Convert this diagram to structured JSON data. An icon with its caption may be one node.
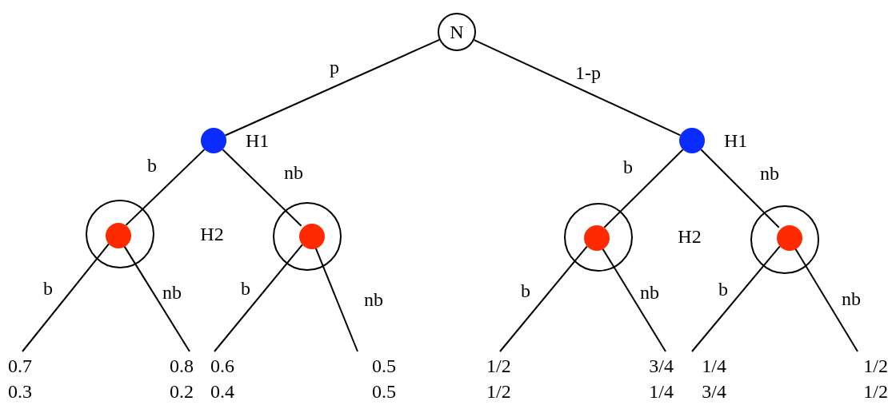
{
  "diagram": {
    "nodes": [
      {
        "text": [
          "N"
        ]
      },
      {
        "text": [],
        "shape": "circle",
        "beside": [
          "H1"
        ]
      },
      {
        "text": [],
        "shape": "circle",
        "beside": [
          "H1"
        ]
      },
      {
        "text": [],
        "shape": "circle"
      },
      {
        "text": [],
        "shape": "circle",
        "in": 3
      },
      {
        "text": [],
        "shape": "circle"
      },
      {
        "text": [],
        "shape": "circle",
        "in": 5
      },
      {
        "text": [],
        "shape": "circle"
      },
      {
        "text": [],
        "shape": "circle",
        "in": 7
      },
      {
        "text": [],
        "shape": "circle"
      },
      {
        "text": [],
        "shape": "circle",
        "in": 9
      },
      {
        "text": [
          "0.7",
          "0.3"
        ]
      },
      {
        "text": [
          "0.8",
          "0.2"
        ]
      },
      {
        "text": [
          "0.6",
          "0.4"
        ]
      },
      {
        "text": [
          "0.5",
          "0.5"
        ]
      },
      {
        "text": [
          "1/2",
          "1/2"
        ]
      },
      {
        "text": [
          "3/4",
          "1/4"
        ]
      },
      {
        "text": [
          "1/4",
          "3/4"
        ]
      },
      {
        "text": [
          "1/2",
          "1/2"
        ]
      }
    ],
    "edges": [
      {
        "from": 0,
        "to": 1,
        "arrow": "none",
        "label": "p"
      },
      {
        "from": 0,
        "to": 2,
        "arrow": "none",
        "label": "1-p"
      },
      {
        "from": 1,
        "to": 4,
        "arrow": "none",
        "label": "b"
      },
      {
        "from": 1,
        "to": 6,
        "arrow": "none",
        "label": "nb"
      },
      {
        "from": 2,
        "to": 8,
        "arrow": "none",
        "label": "b"
      },
      {
        "from": 2,
        "to": 10,
        "arrow": "none",
        "label": "nb"
      },
      {
        "from": 4,
        "to": 11,
        "arrow": "none",
        "label": "b"
      },
      {
        "from": 4,
        "to": 12,
        "arrow": "none",
        "label": "nb"
      },
      {
        "from": 6,
        "to": 13,
        "arrow": "none",
        "label": "b"
      },
      {
        "from": 6,
        "to": 14,
        "arrow": "none",
        "label": "nb"
      },
      {
        "from": 8,
        "to": 15,
        "arrow": "none",
        "label": "b"
      },
      {
        "from": 8,
        "to": 16,
        "arrow": "none",
        "label": "nb"
      },
      {
        "from": 10,
        "to": 17,
        "arrow": "none",
        "label": "b"
      },
      {
        "from": 10,
        "to": 18,
        "arrow": "none",
        "label": "nb"
      }
    ],
    "labels": [
      "H2",
      "H2"
    ]
  }
}
